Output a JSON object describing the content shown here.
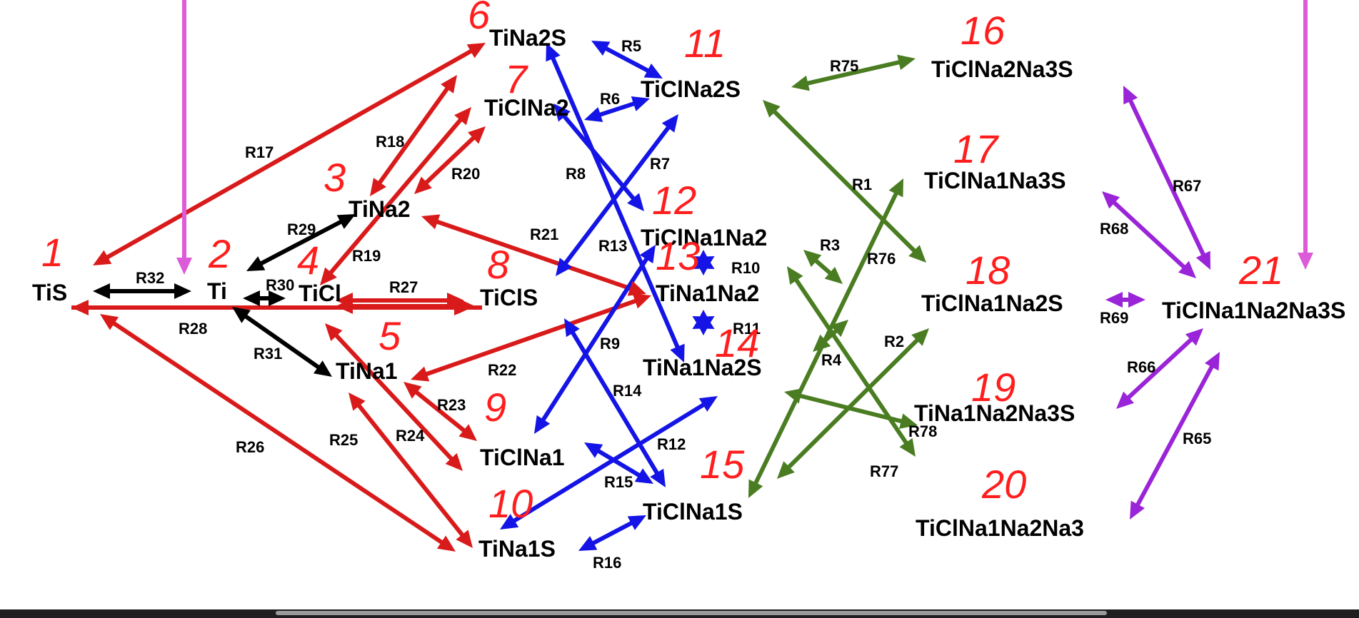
{
  "colors": {
    "red": "#d91a1a",
    "blue": "#1414e6",
    "green": "#4a7d22",
    "purple": "#9a24d8",
    "black": "#000000",
    "magenta": "#dd5ad8",
    "annotation": "#ff1e1e",
    "text": "#000000"
  },
  "icons": {
    "double_arrow": "double-headed-arrow-icon",
    "star": "six-point-star-icon",
    "down_arrow": "down-arrow-icon"
  },
  "species": [
    {
      "id": "TiS",
      "label": "TiS"
    },
    {
      "id": "Ti",
      "label": "Ti"
    },
    {
      "id": "TiNa2",
      "label": "TiNa2"
    },
    {
      "id": "TiCl",
      "label": "TiCl"
    },
    {
      "id": "TiNa1",
      "label": "TiNa1"
    },
    {
      "id": "TiNa2S",
      "label": "TiNa2S"
    },
    {
      "id": "TiClNa2",
      "label": "TiClNa2"
    },
    {
      "id": "TiClS",
      "label": "TiClS"
    },
    {
      "id": "TiClNa1",
      "label": "TiClNa1"
    },
    {
      "id": "TiNa1S",
      "label": "TiNa1S"
    },
    {
      "id": "TiClNa2S",
      "label": "TiClNa2S"
    },
    {
      "id": "TiClNa1Na2",
      "label": "TiClNa1Na2"
    },
    {
      "id": "TiNa1Na2",
      "label": "TiNa1Na2"
    },
    {
      "id": "TiNa1Na2S",
      "label": "TiNa1Na2S"
    },
    {
      "id": "TiClNa1S",
      "label": "TiClNa1S"
    },
    {
      "id": "TiClNa2Na3S",
      "label": "TiClNa2Na3S"
    },
    {
      "id": "TiClNa1Na3S",
      "label": "TiClNa1Na3S"
    },
    {
      "id": "TiClNa1Na2S",
      "label": "TiClNa1Na2S"
    },
    {
      "id": "TiNa1Na2Na3S",
      "label": "TiNa1Na2Na3S"
    },
    {
      "id": "TiClNa1Na2Na3",
      "label": "TiClNa1Na2Na3"
    },
    {
      "id": "TiClNa1Na2Na3S",
      "label": "TiClNa1Na2Na3S"
    }
  ],
  "reactions": [
    {
      "label": "R1",
      "color": "green"
    },
    {
      "label": "R2",
      "color": "green"
    },
    {
      "label": "R3",
      "color": "green"
    },
    {
      "label": "R4",
      "color": "green"
    },
    {
      "label": "R5",
      "color": "blue"
    },
    {
      "label": "R6",
      "color": "blue"
    },
    {
      "label": "R7",
      "color": "blue"
    },
    {
      "label": "R8",
      "color": "blue"
    },
    {
      "label": "R9",
      "color": "blue"
    },
    {
      "label": "R10",
      "color": "blue"
    },
    {
      "label": "R11",
      "color": "blue"
    },
    {
      "label": "R12",
      "color": "blue"
    },
    {
      "label": "R13",
      "color": "blue"
    },
    {
      "label": "R14",
      "color": "blue"
    },
    {
      "label": "R15",
      "color": "blue"
    },
    {
      "label": "R16",
      "color": "blue"
    },
    {
      "label": "R17",
      "color": "red"
    },
    {
      "label": "R18",
      "color": "red"
    },
    {
      "label": "R19",
      "color": "red"
    },
    {
      "label": "R20",
      "color": "red"
    },
    {
      "label": "R21",
      "color": "red"
    },
    {
      "label": "R22",
      "color": "red"
    },
    {
      "label": "R23",
      "color": "red"
    },
    {
      "label": "R24",
      "color": "red"
    },
    {
      "label": "R25",
      "color": "red"
    },
    {
      "label": "R26",
      "color": "red"
    },
    {
      "label": "R27",
      "color": "red"
    },
    {
      "label": "R28",
      "color": "red"
    },
    {
      "label": "R29",
      "color": "black"
    },
    {
      "label": "R30",
      "color": "black"
    },
    {
      "label": "R31",
      "color": "black"
    },
    {
      "label": "R32",
      "color": "black"
    },
    {
      "label": "R65",
      "color": "purple"
    },
    {
      "label": "R66",
      "color": "purple"
    },
    {
      "label": "R67",
      "color": "purple"
    },
    {
      "label": "R68",
      "color": "purple"
    },
    {
      "label": "R69",
      "color": "purple"
    },
    {
      "label": "R75",
      "color": "green"
    },
    {
      "label": "R76",
      "color": "green"
    },
    {
      "label": "R77",
      "color": "green"
    },
    {
      "label": "R78",
      "color": "green"
    }
  ],
  "annotations": [
    "1",
    "2",
    "3",
    "4",
    "5",
    "6",
    "7",
    "8",
    "9",
    "10",
    "11",
    "12",
    "13",
    "14",
    "15",
    "16",
    "17",
    "18",
    "19",
    "20",
    "21"
  ]
}
